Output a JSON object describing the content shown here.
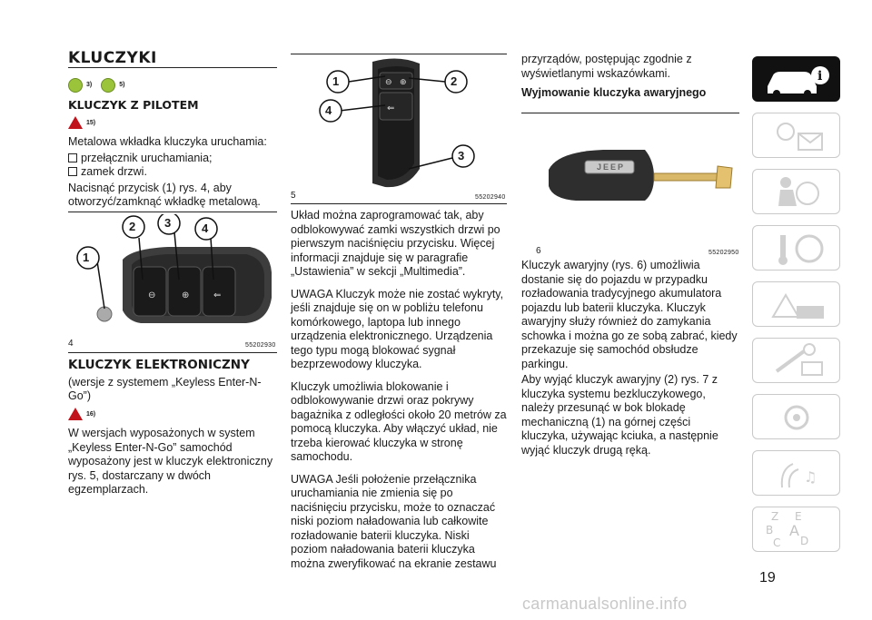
{
  "col1": {
    "title": "KLUCZYKI",
    "icon_refs": [
      "3)",
      "5)"
    ],
    "section1_title": "KLUCZYK Z PILOTEM",
    "section1_warn_ref": "15)",
    "p1": "Metalowa wkładka kluczyka uruchamia:",
    "bullets": [
      "przełącznik uruchamiania;",
      "zamek drzwi."
    ],
    "p2": "Nacisnąć przycisk (1) rys. 4, aby otworzyć/zamknąć wkładkę metalową.",
    "fig4_label": "4",
    "fig4_code": "55202930",
    "fig4_callouts": [
      "1",
      "2",
      "3",
      "4"
    ],
    "section2_title": "KLUCZYK ELEKTRONICZNY",
    "section2_sub": "(wersje z systemem „Keyless Enter-N-Go”)",
    "section2_warn_ref": "16)",
    "p3": "W wersjach wyposażonych w system „Keyless Enter-N-Go” samochód wyposażony jest w kluczyk elektroniczny rys. 5, dostarczany w dwóch egzemplarzach."
  },
  "col2": {
    "fig5_label": "5",
    "fig5_code": "55202940",
    "fig5_callouts": [
      "1",
      "2",
      "3",
      "4"
    ],
    "p1": "Układ można zaprogramować tak, aby odblokowywać zamki wszystkich drzwi po pierwszym naciśnięciu przycisku. Więcej informacji znajduje się w paragrafie „Ustawienia” w sekcji „Multimedia”.",
    "p2": "UWAGA Kluczyk może nie zostać wykryty, jeśli znajduje się on w pobliżu telefonu komórkowego, laptopa lub innego urządzenia elektronicznego. Urządzenia tego typu mogą blokować sygnał bezprzewodowy kluczyka.",
    "p3": "Kluczyk umożliwia blokowanie i odblokowywanie drzwi oraz pokrywy bagażnika z odległości około 20 metrów za pomocą kluczyka. Aby włączyć układ, nie trzeba kierować kluczyka w stronę samochodu.",
    "p4": "UWAGA Jeśli położenie przełącznika uruchamiania nie zmienia się po naciśnięciu przycisku, może to oznaczać niski poziom naładowania lub całkowite rozładowanie baterii kluczyka. Niski poziom naładowania baterii kluczyka można zweryfikować na ekranie zestawu"
  },
  "col3": {
    "p0": "przyrządów, postępując zgodnie z wyświetlanymi wskazówkami.",
    "section_title": "Wyjmowanie kluczyka awaryjnego",
    "fig6_label": "6",
    "fig6_code": "55202950",
    "key_label": "JEEP",
    "p1": "Kluczyk awaryjny (rys. 6) umożliwia dostanie się do pojazdu w przypadku rozładowania tradycyjnego akumulatora pojazdu lub baterii kluczyka. Kluczyk awaryjny służy również do zamykania schowka i można go ze sobą zabrać, kiedy przekazuje się samochód obsłudze parkingu.",
    "p2": "Aby wyjąć kluczyk awaryjny (2) rys. 7 z kluczyka systemu bezkluczykowego, należy przesunąć w bok blokadę mechaniczną (1) na górnej części kluczyka, używając kciuka, a następnie wyjąć kluczyk drugą ręką."
  },
  "sidebar": {
    "items": [
      "car-info-icon",
      "dashboard-lights-icon",
      "airbag-safety-icon",
      "steering-start-icon",
      "emergency-icon",
      "service-wrench-icon",
      "multimedia-icon",
      "index-letters-icon"
    ],
    "active": 0,
    "index_letters": [
      "Z",
      "E",
      "B",
      "A",
      "C",
      "D"
    ]
  },
  "page_number": "19",
  "watermark": "carmanualsonline.info"
}
